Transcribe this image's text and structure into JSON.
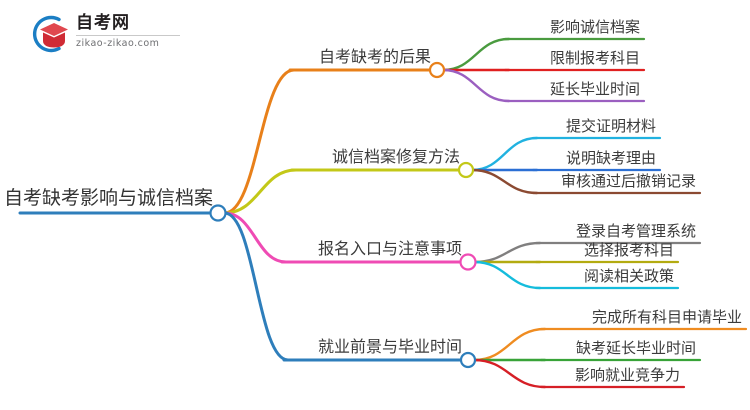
{
  "logo": {
    "title": "自考网",
    "domain": "zikao-zikao.com",
    "mark_arc_color": "#1b7ec4",
    "mark_cap_color": "#d8383f"
  },
  "mindmap": {
    "root": {
      "label": "自考缺考影响与诚信档案",
      "color": "#2e7ebb"
    },
    "branches": [
      {
        "label": "自考缺考的后果",
        "color": "#e8801a",
        "children": [
          {
            "label": "影响诚信档案",
            "color": "#4a9b3f"
          },
          {
            "label": "限制报考科目",
            "color": "#e02020"
          },
          {
            "label": "延长毕业时间",
            "color": "#9b5fc0"
          }
        ]
      },
      {
        "label": "诚信档案修复方法",
        "color": "#c3c818",
        "children": [
          {
            "label": "提交证明材料",
            "color": "#21b2e0"
          },
          {
            "label": "说明缺考理由",
            "color": "#2b6fd4"
          },
          {
            "label": "审核通过后撤销记录",
            "color": "#8b4a32"
          }
        ]
      },
      {
        "label": "报名入口与注意事项",
        "color": "#ef4bb4",
        "children": [
          {
            "label": "登录自考管理系统",
            "color": "#807f7f"
          },
          {
            "label": "选择报考科目",
            "color": "#b3ab10"
          },
          {
            "label": "阅读相关政策",
            "color": "#15bcdc"
          }
        ]
      },
      {
        "label": "就业前景与毕业时间",
        "color": "#2e7ebb",
        "children": [
          {
            "label": "完成所有科目申请毕业",
            "color": "#ef8c21"
          },
          {
            "label": "缺考延长毕业时间",
            "color": "#38a338"
          },
          {
            "label": "影响就业竞争力",
            "color": "#d61f26"
          }
        ]
      }
    ]
  }
}
